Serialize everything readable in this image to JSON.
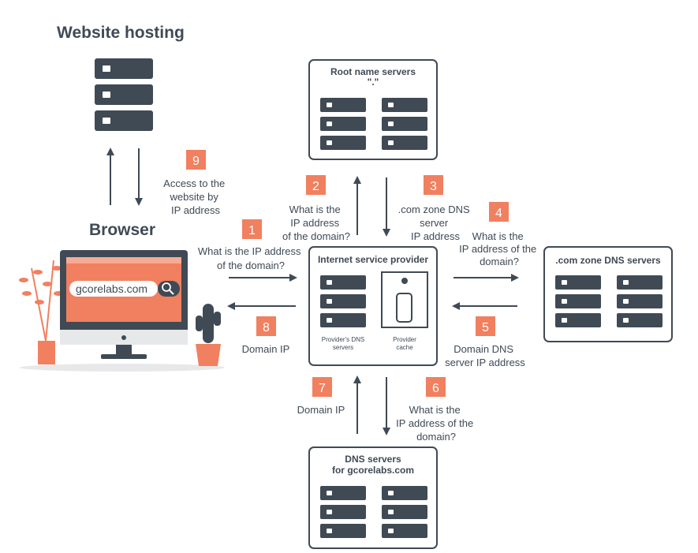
{
  "title": "Website hosting",
  "browser_label": "Browser",
  "search": {
    "text": "gcorelabs.com"
  },
  "boxes": {
    "root": {
      "line1": "Root name servers",
      "line2": "\".\""
    },
    "isp": {
      "title": "Internet service provider",
      "dns_caption_1": "Provider's DNS",
      "dns_caption_2": "servers",
      "cache_caption_1": "Provider",
      "cache_caption_2": "cache"
    },
    "com": {
      "title": ".com zone DNS servers"
    },
    "gcore": {
      "line1": "DNS servers",
      "line2": "for gcorelabs.com"
    }
  },
  "steps": [
    {
      "num": "1",
      "lines": [
        "What is the IP address",
        "of the domain?"
      ]
    },
    {
      "num": "2",
      "lines": [
        "What is the",
        "IP address",
        "of the domain?"
      ]
    },
    {
      "num": "3",
      "lines": [
        ".com zone DNS",
        "server",
        "IP address"
      ]
    },
    {
      "num": "4",
      "lines": [
        "What is the",
        "IP address of the",
        "domain?"
      ]
    },
    {
      "num": "5",
      "lines": [
        "Domain DNS",
        "server IP address"
      ]
    },
    {
      "num": "6",
      "lines": [
        "What is the",
        "IP address of the",
        "domain?"
      ]
    },
    {
      "num": "7",
      "lines": [
        "Domain IP"
      ]
    },
    {
      "num": "8",
      "lines": [
        "Domain IP"
      ]
    },
    {
      "num": "9",
      "lines": [
        "Access to the",
        "website by",
        "IP address"
      ]
    }
  ],
  "colors": {
    "accent": "#f0805f",
    "dark": "#3f4a55"
  }
}
